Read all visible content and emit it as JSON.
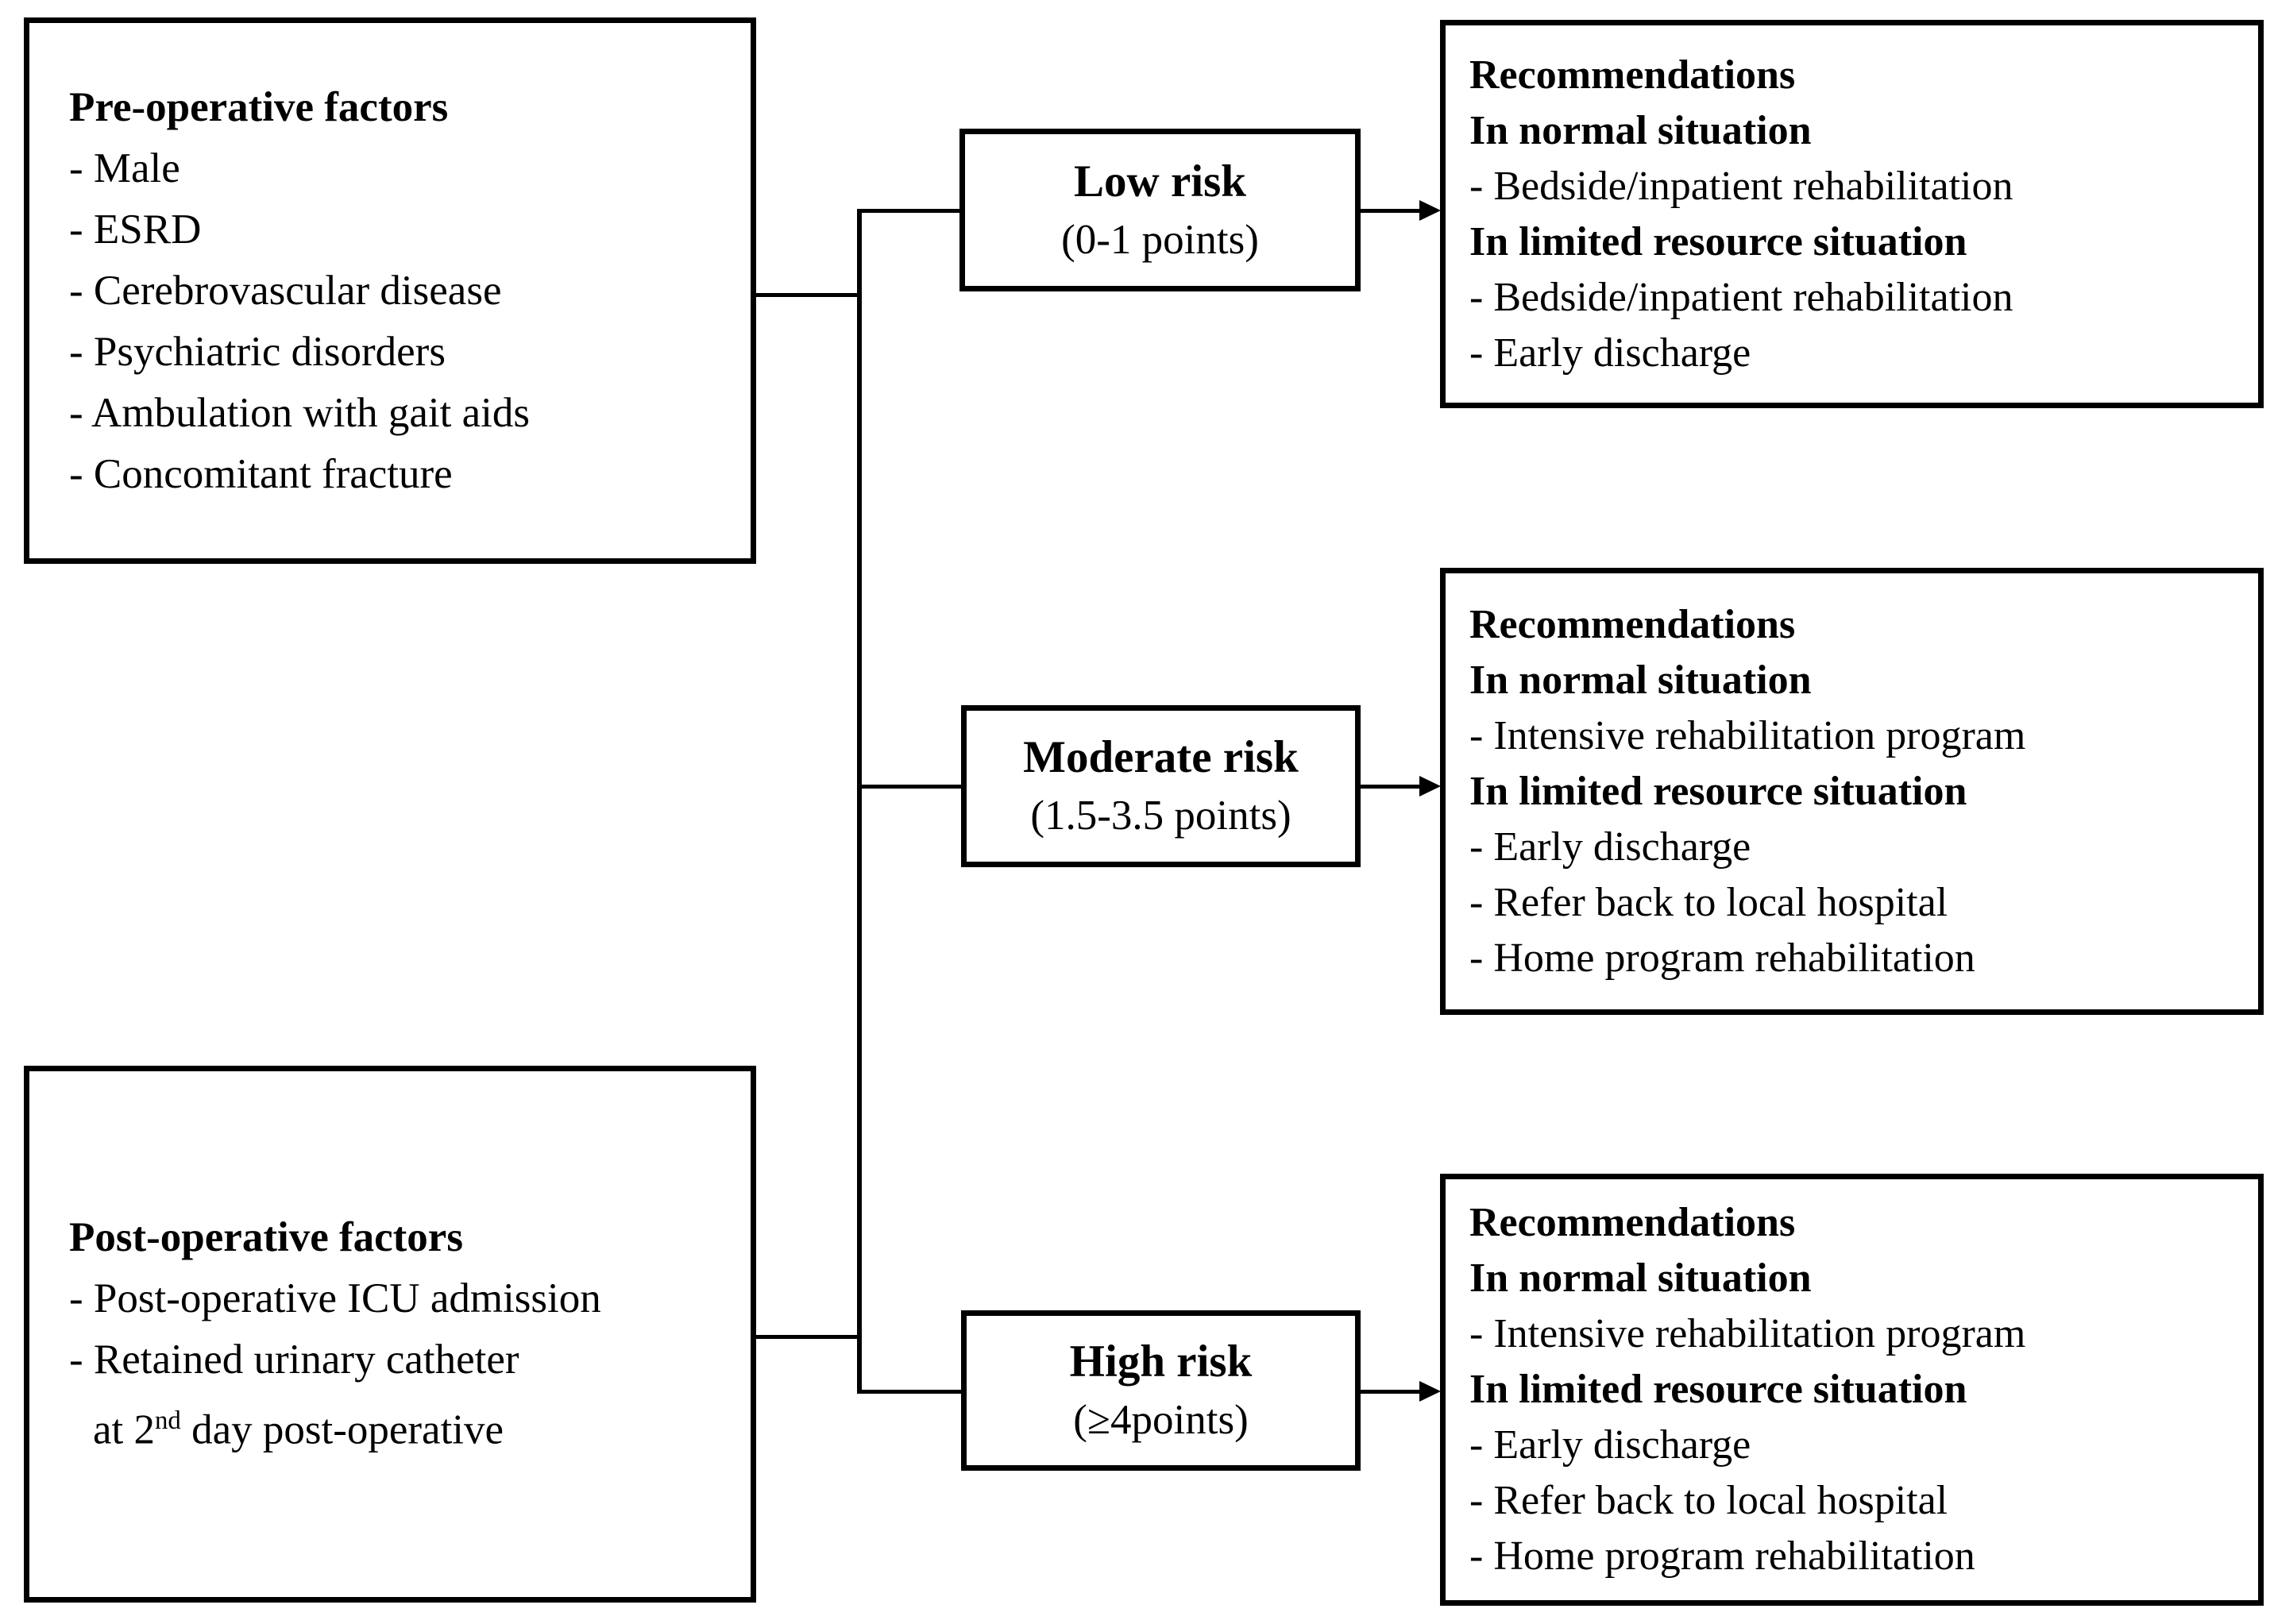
{
  "colors": {
    "ink": "#000000",
    "paper": "#ffffff"
  },
  "factor_boxes": {
    "pre_op": {
      "title": "Pre-operative factors",
      "items": [
        "- Male",
        "- ESRD",
        "- Cerebrovascular disease",
        "- Psychiatric disorders",
        "- Ambulation with gait aids",
        "- Concomitant fracture"
      ]
    },
    "post_op": {
      "title": "Post-operative factors",
      "items": [
        "- Post-operative ICU admission",
        "- Retained urinary catheter"
      ],
      "catheter_continuation": {
        "pre": "at 2",
        "sup": "nd",
        "post": " day post-operative"
      }
    }
  },
  "risk_boxes": [
    {
      "label": "Low risk",
      "points": "(0-1 points)"
    },
    {
      "label": "Moderate risk",
      "points": "(1.5-3.5 points)"
    },
    {
      "label": "High risk",
      "points": "(≥4points)"
    }
  ],
  "recommendation_boxes": [
    {
      "lines": [
        "Recommendations",
        "In normal situation",
        "- Bedside/inpatient rehabilitation",
        "In limited resource situation",
        "- Bedside/inpatient rehabilitation",
        "- Early discharge"
      ]
    },
    {
      "lines": [
        "Recommendations",
        "In normal situation",
        "- Intensive rehabilitation program",
        "In limited resource situation",
        "- Early discharge",
        "- Refer back to local hospital",
        "- Home program rehabilitation"
      ]
    },
    {
      "lines": [
        "Recommendations",
        "In normal situation",
        "- Intensive rehabilitation program",
        "In limited resource situation",
        "- Early discharge",
        "- Refer back to local hospital",
        "- Home program rehabilitation"
      ]
    }
  ]
}
